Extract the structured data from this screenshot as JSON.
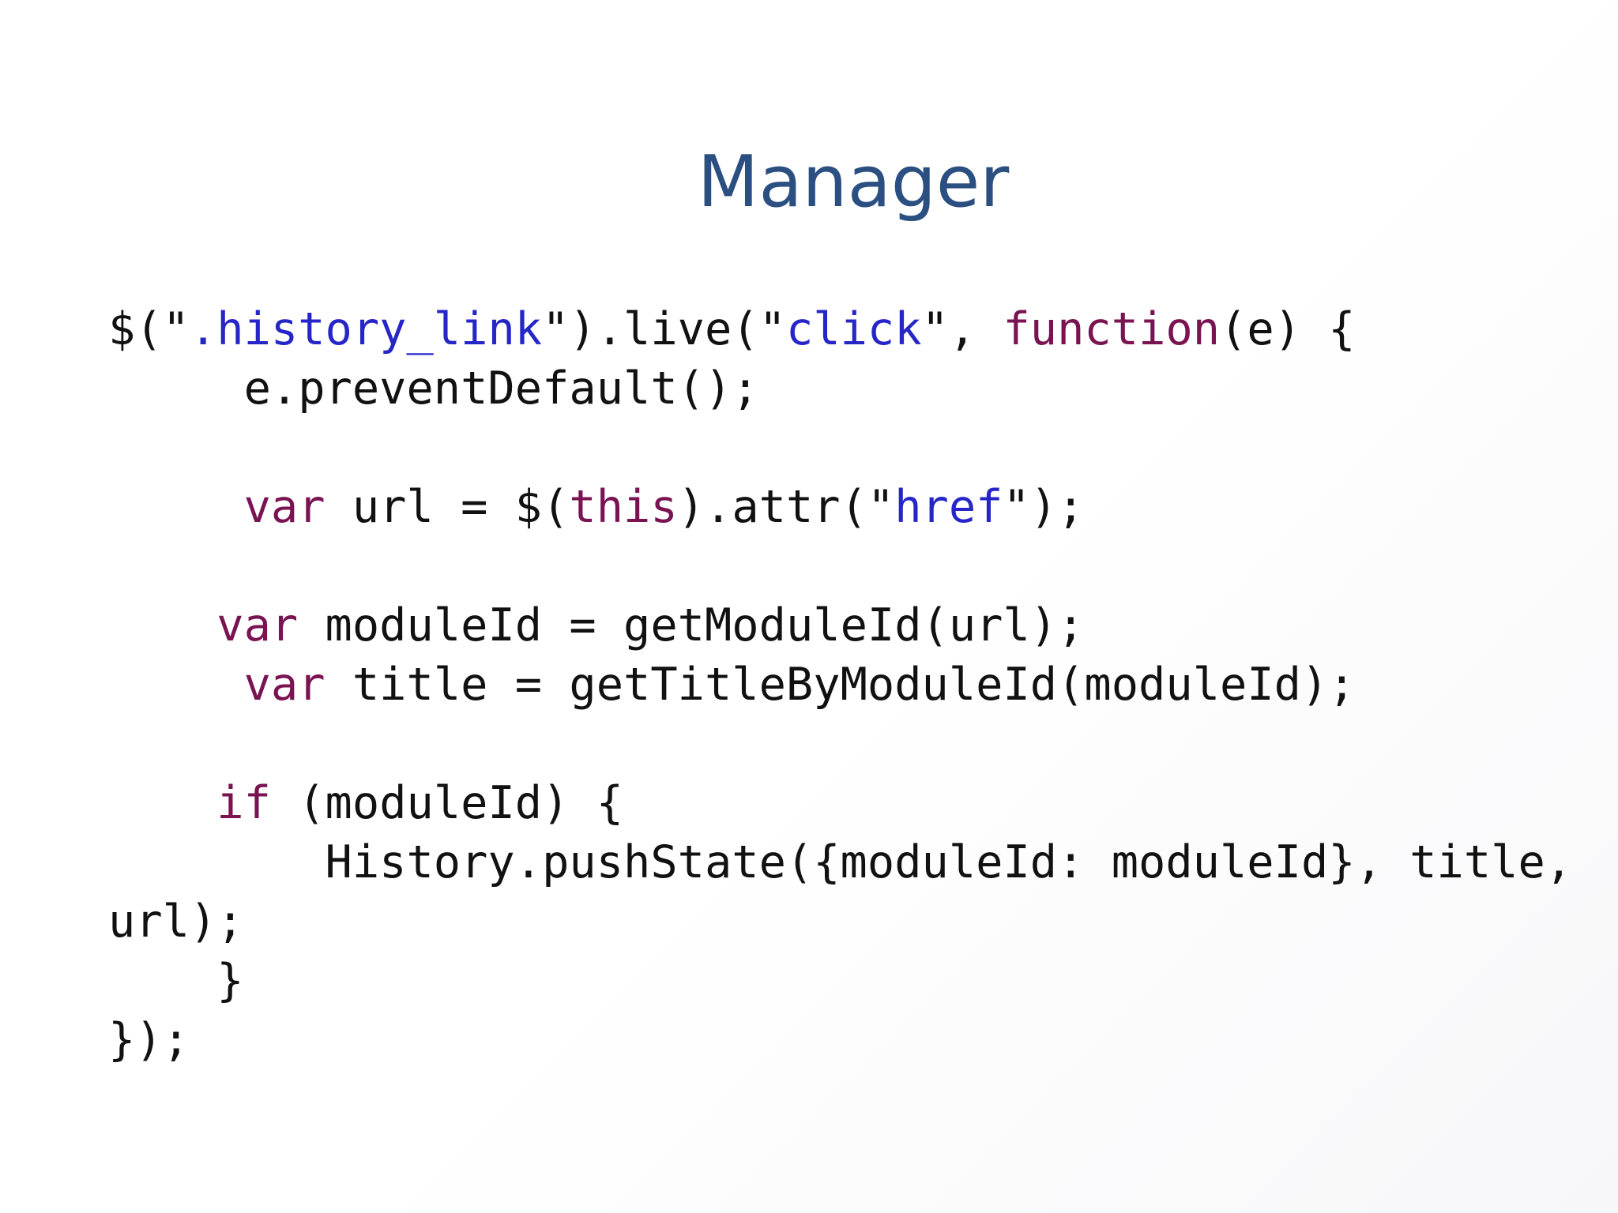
{
  "slide": {
    "title": "Manager",
    "code_lines": [
      [
        {
          "t": "$(\"",
          "c": "plain"
        },
        {
          "t": ".history_link",
          "c": "str"
        },
        {
          "t": "\").live(\"",
          "c": "plain"
        },
        {
          "t": "click",
          "c": "str"
        },
        {
          "t": "\", ",
          "c": "plain"
        },
        {
          "t": "function",
          "c": "kw"
        },
        {
          "t": "(e) {",
          "c": "plain"
        }
      ],
      [
        {
          "t": "     e.preventDefault();",
          "c": "plain"
        }
      ],
      [],
      [
        {
          "t": "     ",
          "c": "plain"
        },
        {
          "t": "var",
          "c": "kw"
        },
        {
          "t": " url = $(",
          "c": "plain"
        },
        {
          "t": "this",
          "c": "kw"
        },
        {
          "t": ").attr(\"",
          "c": "plain"
        },
        {
          "t": "href",
          "c": "str"
        },
        {
          "t": "\");",
          "c": "plain"
        }
      ],
      [],
      [
        {
          "t": "    ",
          "c": "plain"
        },
        {
          "t": "var",
          "c": "kw"
        },
        {
          "t": " moduleId = getModuleId(url);",
          "c": "plain"
        }
      ],
      [
        {
          "t": "     ",
          "c": "plain"
        },
        {
          "t": "var",
          "c": "kw"
        },
        {
          "t": " title = getTitleByModuleId(moduleId);",
          "c": "plain"
        }
      ],
      [],
      [
        {
          "t": "    ",
          "c": "plain"
        },
        {
          "t": "if",
          "c": "kw"
        },
        {
          "t": " (moduleId) {",
          "c": "plain"
        }
      ],
      [
        {
          "t": "        History.pushState({moduleId: moduleId}, title,",
          "c": "plain"
        }
      ],
      [
        {
          "t": "url);",
          "c": "plain"
        }
      ],
      [
        {
          "t": "    }",
          "c": "plain"
        }
      ],
      [
        {
          "t": "});",
          "c": "plain"
        }
      ]
    ]
  },
  "colors": {
    "title": "#2a4f80",
    "keyword": "#7a1352",
    "string": "#2626c8",
    "text": "#111111"
  }
}
